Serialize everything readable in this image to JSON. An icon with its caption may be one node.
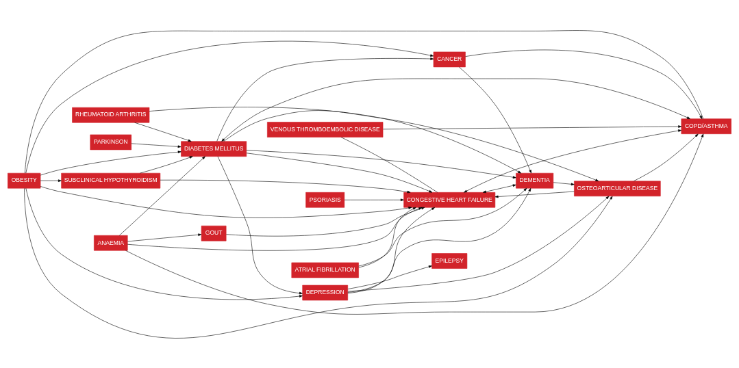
{
  "diagram": {
    "nodes": [
      {
        "text": [
          "GOUT"
        ]
      },
      {
        "text": [
          "PSORIASIS"
        ]
      },
      {
        "text": [
          "ANAEMIA"
        ]
      },
      {
        "text": [
          "CONGESTIVE HEART FAILURE"
        ]
      },
      {
        "text": [
          "SUBCLINICAL HYPOTHYROIDISM"
        ]
      },
      {
        "text": [
          "PARKINSON"
        ]
      },
      {
        "text": [
          "VENOUS THROMBOEMBOLIC DISEASE"
        ]
      },
      {
        "text": [
          "DIABETES MELLITUS"
        ]
      },
      {
        "text": [
          "COPD/ASTHMA"
        ]
      },
      {
        "text": [
          "ATRIAL FIBRILLATION"
        ]
      },
      {
        "text": [
          "OBESITY"
        ]
      },
      {
        "text": [
          "CANCER"
        ]
      },
      {
        "text": [
          "OSTEOARTICULAR DISEASE"
        ]
      },
      {
        "text": [
          "RHEUMATOID ARTHRITIS"
        ]
      },
      {
        "text": [
          "DEPRESSION"
        ]
      },
      {
        "text": [
          "DEMENTIA"
        ]
      },
      {
        "text": [
          "EPILEPSY"
        ]
      }
    ],
    "edges": [
      {
        "from": 2,
        "to": 0,
        "arrow": "to"
      },
      {
        "from": 0,
        "to": 3,
        "arrow": "to"
      },
      {
        "from": 1,
        "to": 3,
        "arrow": "to"
      },
      {
        "from": 2,
        "to": 3,
        "arrow": "to"
      },
      {
        "from": 2,
        "to": 7,
        "arrow": "to"
      },
      {
        "from": 2,
        "to": 8,
        "arrow": "to"
      },
      {
        "from": 4,
        "to": 3,
        "arrow": "to"
      },
      {
        "from": 4,
        "to": 7,
        "arrow": "to"
      },
      {
        "from": 6,
        "to": 3,
        "arrow": "none"
      },
      {
        "from": 6,
        "to": 8,
        "arrow": "to"
      },
      {
        "from": 5,
        "to": 7,
        "arrow": "to"
      },
      {
        "from": 9,
        "to": 3,
        "arrow": "to"
      },
      {
        "from": 7,
        "to": 3,
        "arrow": "to"
      },
      {
        "from": 7,
        "to": 8,
        "arrow": "both"
      },
      {
        "from": 3,
        "to": 8,
        "arrow": "both"
      },
      {
        "from": 10,
        "to": 3,
        "arrow": "to"
      },
      {
        "from": 10,
        "to": 8,
        "arrow": "none"
      },
      {
        "from": 10,
        "to": 4,
        "arrow": "to"
      },
      {
        "from": 10,
        "to": 7,
        "arrow": "to"
      },
      {
        "from": 14,
        "to": 3,
        "arrow": "to"
      },
      {
        "from": 7,
        "to": 11,
        "arrow": "to"
      },
      {
        "from": 7,
        "to": 15,
        "arrow": "to"
      },
      {
        "from": 7,
        "to": 12,
        "arrow": "to"
      },
      {
        "from": 7,
        "to": 14,
        "arrow": "to"
      },
      {
        "from": 11,
        "to": 8,
        "arrow": "to"
      },
      {
        "from": 10,
        "to": 11,
        "arrow": "to"
      },
      {
        "from": 3,
        "to": 15,
        "arrow": "both"
      },
      {
        "from": 12,
        "to": 3,
        "arrow": "to"
      },
      {
        "from": 12,
        "to": 8,
        "arrow": "to"
      },
      {
        "from": 10,
        "to": 12,
        "arrow": "to"
      },
      {
        "from": 10,
        "to": 14,
        "arrow": "to"
      },
      {
        "from": 9,
        "to": 15,
        "arrow": "to"
      },
      {
        "from": 13,
        "to": 7,
        "arrow": "to"
      },
      {
        "from": 13,
        "to": 15,
        "arrow": "to"
      },
      {
        "from": 11,
        "to": 15,
        "arrow": "to"
      },
      {
        "from": 15,
        "to": 12,
        "arrow": "to"
      },
      {
        "from": 14,
        "to": 12,
        "arrow": "to"
      },
      {
        "from": 14,
        "to": 15,
        "arrow": "to"
      },
      {
        "from": 14,
        "to": 16,
        "arrow": "to"
      }
    ]
  }
}
